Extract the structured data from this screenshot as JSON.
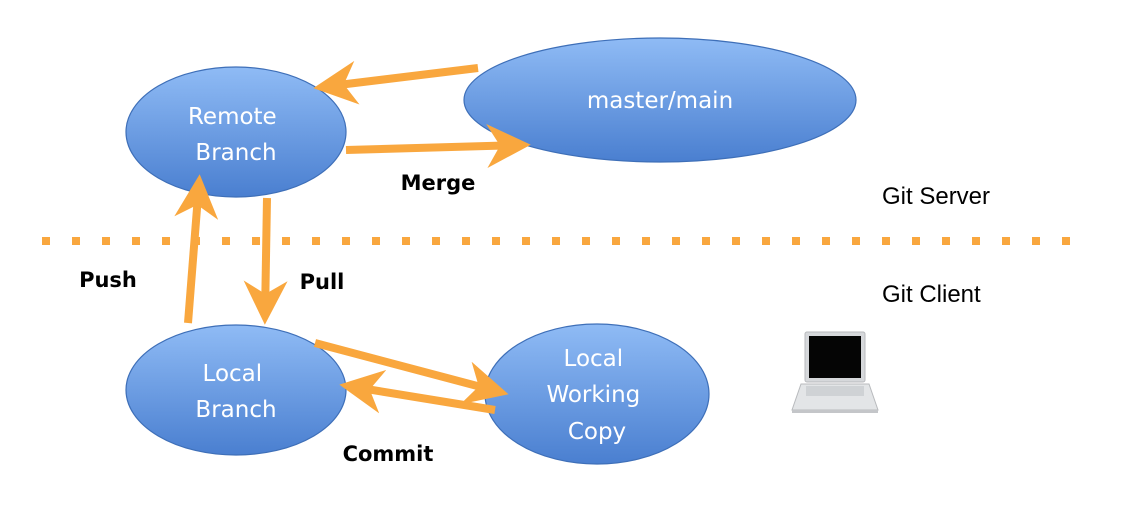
{
  "nodes": {
    "remote_branch": [
      "Remote",
      "Branch"
    ],
    "master_main": [
      "master/main"
    ],
    "local_branch": [
      "Local",
      "Branch"
    ],
    "local_working_copy": [
      "Local",
      "Working",
      "Copy"
    ]
  },
  "edge_labels": {
    "merge": "Merge",
    "push": "Push",
    "pull": "Pull",
    "commit": "Commit"
  },
  "zones": {
    "server": "Git Server",
    "client": "Git Client"
  },
  "icons": {
    "computer": "laptop-icon"
  },
  "colors": {
    "arrow": "#F9A73E",
    "node_top": "#8DB8F3",
    "node_bottom": "#4A80D0",
    "node_stroke": "#3E6FB8"
  }
}
